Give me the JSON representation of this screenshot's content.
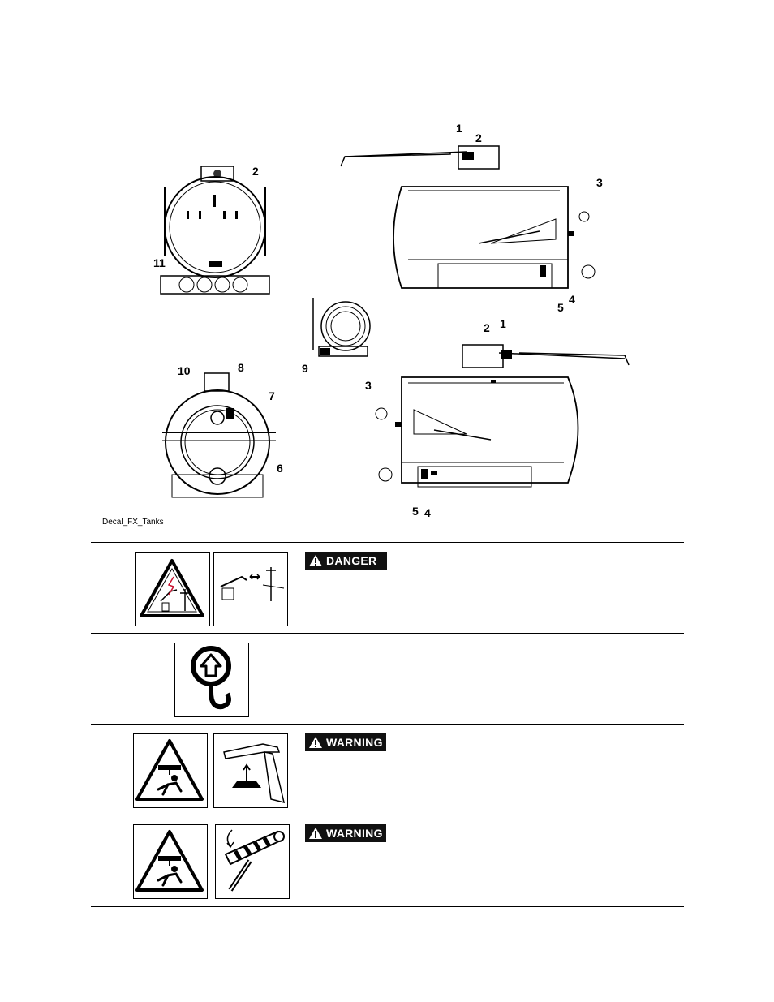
{
  "figure": {
    "caption": "Decal_FX_Tanks",
    "callouts": {
      "c1_top": "1",
      "c2_top": "2",
      "c3_top": "3",
      "c4_top": "4",
      "c5_top": "5",
      "c2_front": "2",
      "c11_front": "11",
      "c10_rear": "10",
      "c8_rear": "8",
      "c7_rear": "7",
      "c6_rear": "6",
      "c9_reel": "9",
      "c1_bottom": "1",
      "c2_bottom": "2",
      "c3_bottom": "3",
      "c5_bottom": "5",
      "c4_bottom": "4"
    }
  },
  "decals": [
    {
      "signal_word": "DANGER",
      "icons": [
        "electrocution-hazard-icon",
        "overhead-line-clearance-icon"
      ]
    },
    {
      "signal_word": "",
      "icons": [
        "lift-point-hook-icon"
      ]
    },
    {
      "signal_word": "WARNING",
      "icons": [
        "crush-hazard-icon",
        "lid-support-icon"
      ]
    },
    {
      "signal_word": "WARNING",
      "icons": [
        "crush-hazard-icon",
        "lock-bar-icon"
      ]
    }
  ]
}
